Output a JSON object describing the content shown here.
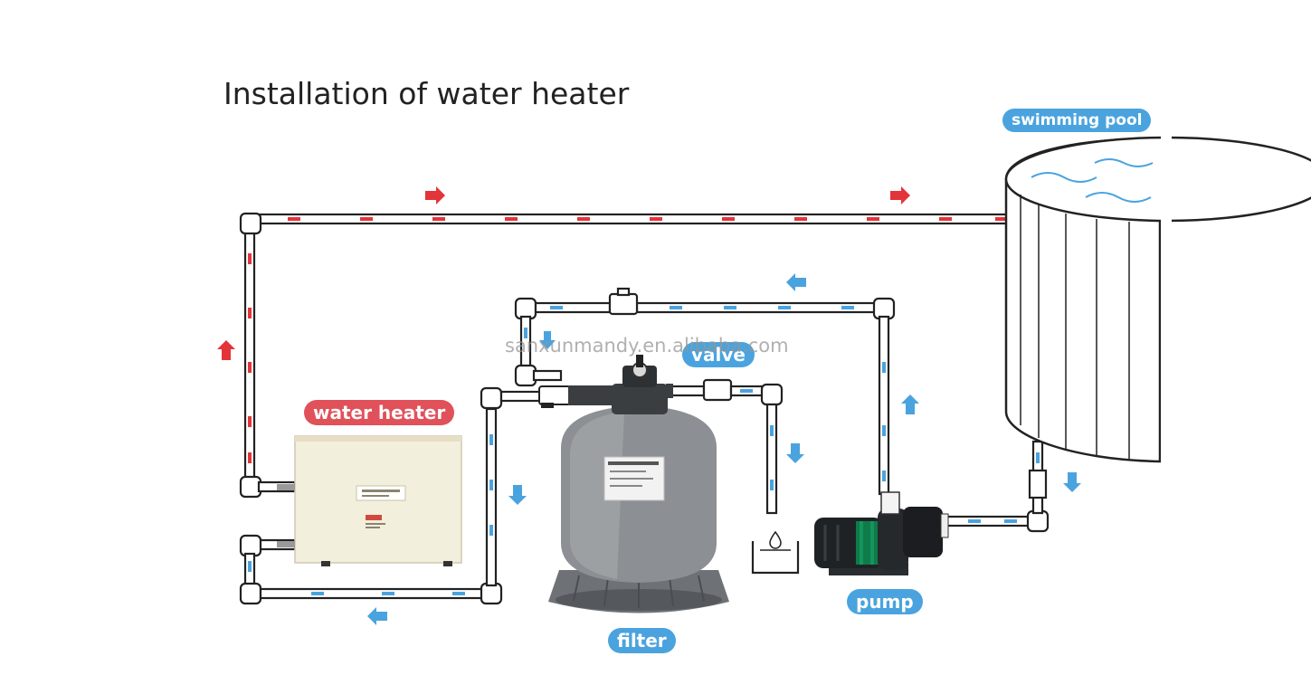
{
  "title": "Installation of water heater",
  "labels": {
    "swimming_pool": "swimming pool",
    "valve": "valve",
    "water_heater": "water heater",
    "filter": "filter",
    "pump": "pump"
  },
  "watermark": "sanxunmandy.en.alibaba.com",
  "colors": {
    "hot_flow": "#e3343a",
    "cold_flow": "#4aa3de",
    "label_blue": "#4aa3de",
    "label_red": "#e0515a",
    "pipe": "#222222"
  }
}
